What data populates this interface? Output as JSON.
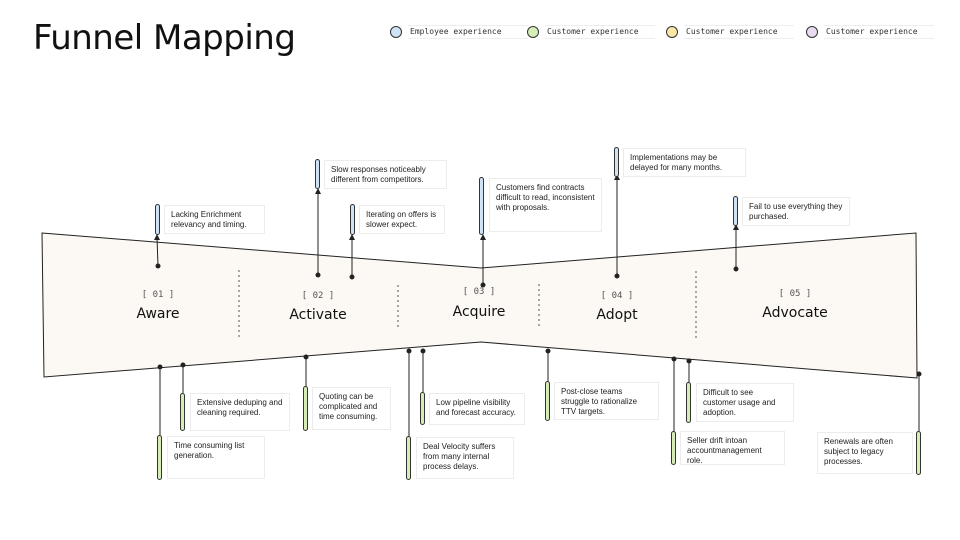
{
  "title": "Funnel Mapping",
  "legend": [
    {
      "label": "Employee experience",
      "color": "#cfe3f7"
    },
    {
      "label": "Customer experience",
      "color": "#d6edb8"
    },
    {
      "label": "Customer experience",
      "color": "#fbe7a6"
    },
    {
      "label": "Customer experience",
      "color": "#e7dcf3"
    }
  ],
  "colors": {
    "funnel_fill": "#fcf8f3",
    "employee": "#cfe3f7",
    "customer": "#d6edb8"
  },
  "stages": [
    {
      "code": "[ 01 ]",
      "name": "Aware"
    },
    {
      "code": "[ 02 ]",
      "name": "Activate"
    },
    {
      "code": "[ 03 ]",
      "name": "Acquire"
    },
    {
      "code": "[ 04 ]",
      "name": "Adopt"
    },
    {
      "code": "[ 05 ]",
      "name": "Advocate"
    }
  ],
  "notes": {
    "n1": "Lacking Enrichment relevancy and timing.",
    "n2": "Slow responses noticeably different from competitors.",
    "n3": "Iterating on offers is slower expect.",
    "n4": "Customers find contracts difficult to read, inconsistent with proposals.",
    "n5": "Implementations may be delayed for many months.",
    "n6": "Fail to use everything they purchased.",
    "n7": "Extensive deduping and cleaning required.",
    "n8": "Time consuming list generation.",
    "n9": "Quoting can be complicated and time consuming.",
    "n10": "Low pipeline visibility and forecast accuracy.",
    "n11": "Deal Velocity suffers from many internal process delays.",
    "n12": "Post-close teams struggle to rationalize TTV targets.",
    "n13": "Difficult to see customer usage and adoption.",
    "n14": "Seller drift intoan accountmanagement role.",
    "n15": "Renewals are often subject to legacy processes."
  }
}
